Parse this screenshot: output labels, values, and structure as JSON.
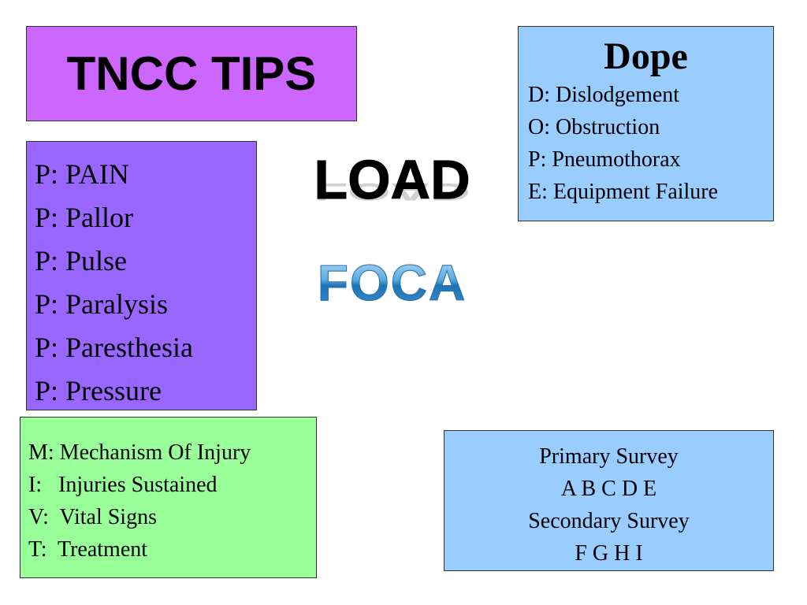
{
  "title": "TNCC TIPS",
  "dope": {
    "heading": "Dope",
    "items": [
      "D: Dislodgement",
      "O: Obstruction",
      "P: Pneumothorax",
      "E: Equipment Failure"
    ]
  },
  "p_list": [
    "P: PAIN",
    "P: Pallor",
    "P: Pulse",
    "P: Paralysis",
    "P: Paresthesia",
    "P: Pressure"
  ],
  "load": "LOAD",
  "foca": "FOCA",
  "mivt": [
    "M: Mechanism Of Injury",
    "I:   Injuries Sustained",
    "V:  Vital Signs",
    "T:  Treatment"
  ],
  "survey": [
    "Primary Survey",
    "A B C D E",
    "Secondary Survey",
    "F G H I"
  ],
  "colors": {
    "title_bg": "#cc66ff",
    "dope_bg": "#99ccff",
    "p_bg": "#9966ff",
    "mivt_bg": "#99ff99",
    "survey_bg": "#99ccff",
    "foca": "#3f90cc"
  }
}
